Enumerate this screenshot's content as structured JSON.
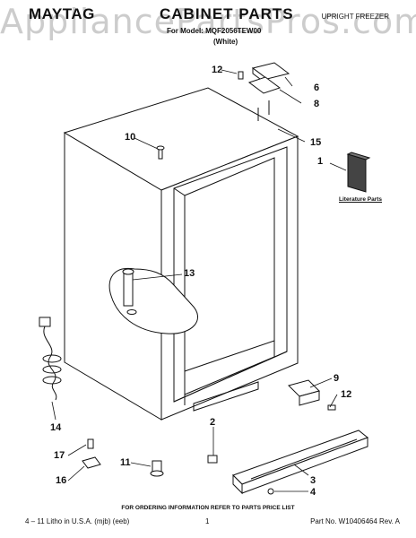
{
  "header": {
    "brand": "MAYTAG",
    "title": "CABINET PARTS",
    "product": "UPRIGHT FREEZER",
    "model_line": "For Model: MQF2056TEW00",
    "model_color": "(White)"
  },
  "watermark": "AppliancePartsPros.com",
  "callouts": {
    "c1": "1",
    "c2": "2",
    "c3": "3",
    "c4": "4",
    "c6": "6",
    "c8": "8",
    "c9": "9",
    "c10": "10",
    "c11": "11",
    "c12a": "12",
    "c12b": "12",
    "c13": "13",
    "c14": "14",
    "c15": "15",
    "c16": "16",
    "c17": "17"
  },
  "literature_label": "Literature Parts",
  "footer": {
    "note": "FOR ORDERING INFORMATION REFER TO PARTS PRICE LIST",
    "left": "4 – 11 Litho in U.S.A. (mjb) (eeb)",
    "page": "1",
    "part_no": "Part No. W10406464 Rev. A"
  }
}
